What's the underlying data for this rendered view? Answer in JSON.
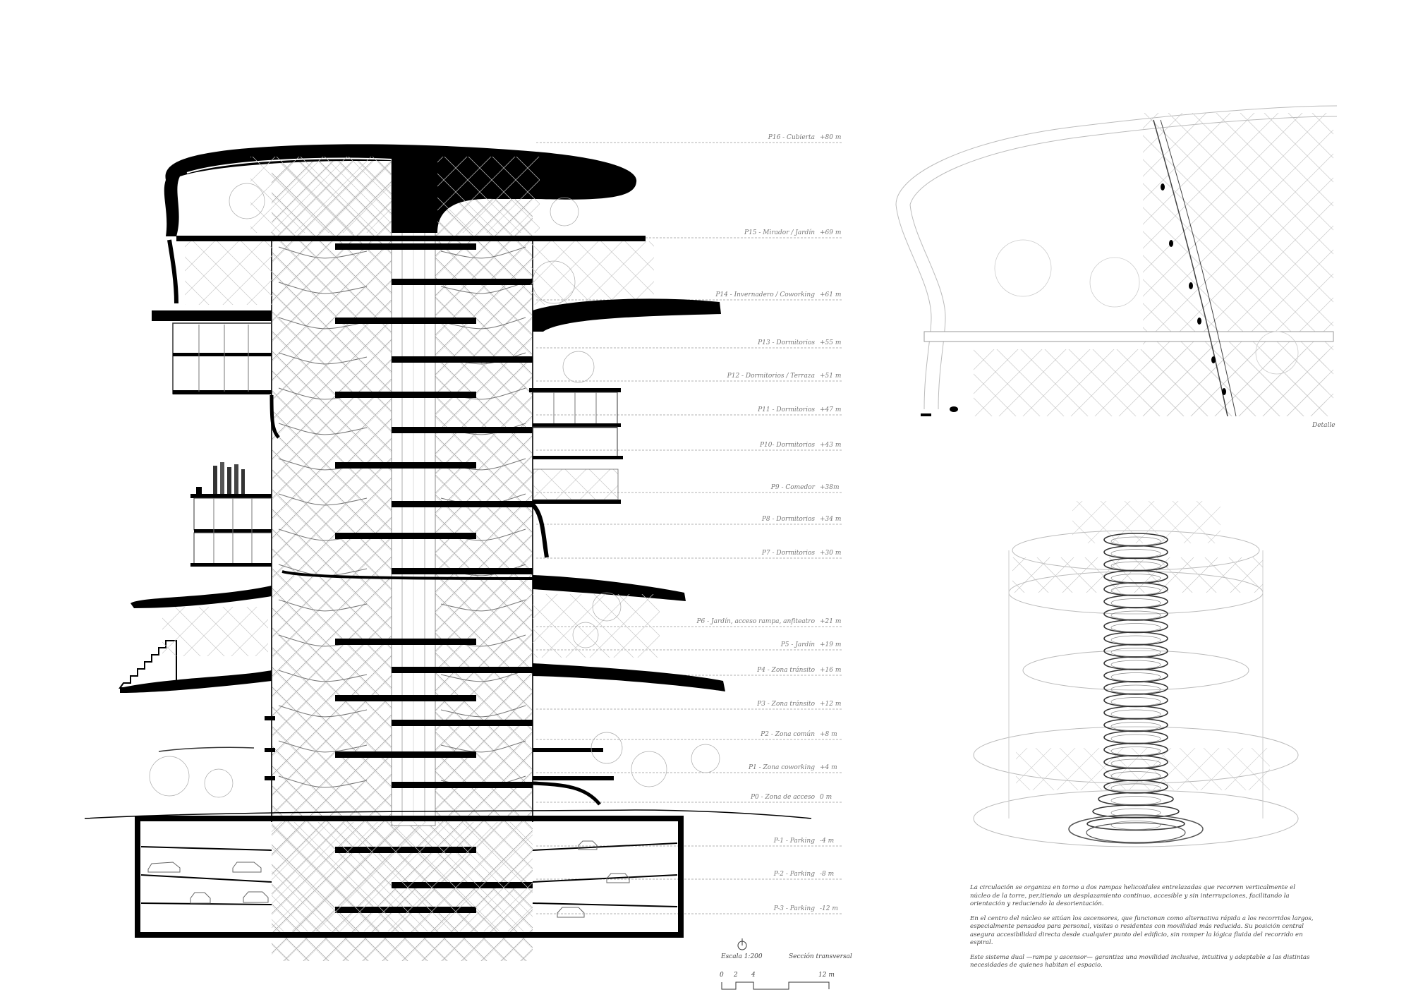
{
  "levels": [
    {
      "name": "P16 - Cubierta",
      "elev": "+80 m"
    },
    {
      "name": "P15 - Mirador / Jardín",
      "elev": "+69 m"
    },
    {
      "name": "P14 - Invernadero / Coworking",
      "elev": "+61 m"
    },
    {
      "name": "P13 - Dormitorios",
      "elev": "+55 m"
    },
    {
      "name": "P12 - Dormitorios / Terraza",
      "elev": "+51 m"
    },
    {
      "name": "P11 - Dormitorios",
      "elev": "+47 m"
    },
    {
      "name": "P10- Dormitorios",
      "elev": "+43 m"
    },
    {
      "name": "P9 - Comedor",
      "elev": "+38m"
    },
    {
      "name": "P8 - Dormitorios",
      "elev": "+34 m"
    },
    {
      "name": "P7 - Dormitorios",
      "elev": "+30 m"
    },
    {
      "name": "P6 - Jardín, acceso rampa, anfiteatro",
      "elev": "+21 m"
    },
    {
      "name": "P5 - Jardín",
      "elev": "+19 m"
    },
    {
      "name": "P4 - Zona tránsito",
      "elev": "+16 m"
    },
    {
      "name": "P3 - Zona tránsito",
      "elev": "+12 m"
    },
    {
      "name": "P2 - Zona común",
      "elev": "+8 m"
    },
    {
      "name": "P1 - Zona coworking",
      "elev": "+4 m"
    },
    {
      "name": "P0 - Zona de acceso",
      "elev": "0 m"
    },
    {
      "name": "P-1 - Parking",
      "elev": "-4 m"
    },
    {
      "name": "P-2 - Parking",
      "elev": "-8 m"
    },
    {
      "name": "P-3 - Parking",
      "elev": "-12 m"
    }
  ],
  "detail_caption": "Detalle",
  "scale": {
    "text": "Escala 1:200",
    "section": "Sección transversal",
    "ticks": [
      "0",
      "2",
      "4",
      "12 m"
    ]
  },
  "description": [
    "La circulación se organiza en torno a dos rampas helicoidales entrelazadas que recorren verticalmente el núcleo de la torre, per,itiendo un desplazamiento continuo, accesible y sin interrupciones, facilitando la orientación y reduciendo la desorientación.",
    "En el centro del núcleo se sitúan los ascensores, que funcionan como alternativa rápida a los recorridos largos, especialmente pensados para personal, visitas o residentes con movilidad más reducida. Su posición central asegura accesibilidad directa desde cualquier punto del edificio, sin romper la lógica fluida del recorrido en espiral.",
    "Este sistema dual —rampa y ascensor— garantiza una movilidad inclusiva, intuitiva y adaptable a las distintas necesidades de quienes habitan el espacio."
  ]
}
